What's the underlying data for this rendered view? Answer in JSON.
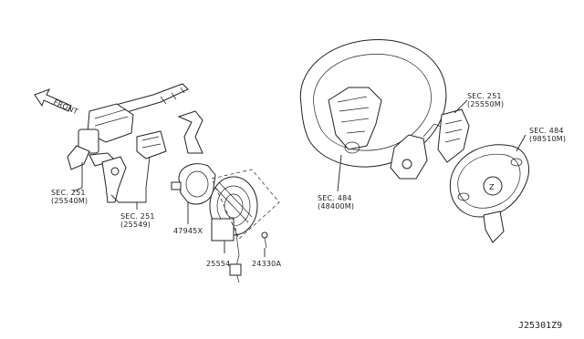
{
  "front_label": "FRONT",
  "callouts": {
    "combo_switch_sec": "SEC. 251",
    "combo_switch_num": "(25540M)",
    "switch_sec": "SEC. 251",
    "switch_num": "(25549)",
    "cover": "47945X",
    "spiral_cable": "25554",
    "screw": "24330A",
    "wheel_sec": "SEC. 484",
    "wheel_num": "(48400M)",
    "steering_switch_sec": "SEC. 251",
    "steering_switch_num": "(25550M)",
    "airbag_sec": "SEC. 484",
    "airbag_num": "(98510M)"
  },
  "diagram_code": "J25301Z9"
}
